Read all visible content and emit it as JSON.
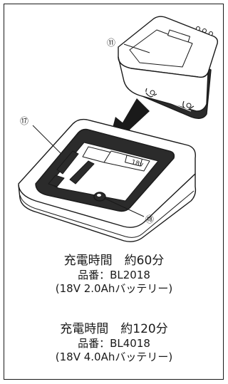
{
  "callouts": {
    "battery": "⑪",
    "charger_slot": "⑰",
    "indicator": "⑱"
  },
  "battery_badge": "18v",
  "charging_info": [
    {
      "time_label": "充電時間　約60分",
      "part_number": "品番：BL2018",
      "battery_spec": "(18V 2.0Ahバッテリー)"
    },
    {
      "time_label": "充電時間　約120分",
      "part_number": "品番：BL4018",
      "battery_spec": "(18V 4.0Ahバッテリー)"
    }
  ]
}
